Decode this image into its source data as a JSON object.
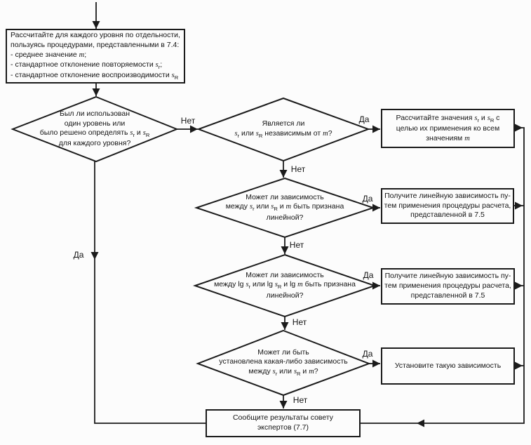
{
  "diagram": {
    "type": "flowchart",
    "background_color": "#fcfcfc",
    "line_color": "#1b1b1b",
    "labels": {
      "yes": "Да",
      "no": "Нет"
    },
    "nodes": {
      "start": {
        "type": "process",
        "lines": [
          "Рассчитайте для каждого уровня по отдельности,",
          "пользуясь процедурами, представленными в 7.4:",
          "- среднее значение m;",
          "- стандартное отклонение повторяемости s_r;",
          "- стандартное отклонение воспроизводимости s_R"
        ]
      },
      "decision_levels": {
        "type": "decision",
        "lines": [
          "Был ли использован",
          "один уровень или",
          "было решено определять s_r и s_R",
          "для каждого уровня?"
        ]
      },
      "decision_independent": {
        "type": "decision",
        "lines": [
          "Является ли",
          "s_r или s_R независимым от m?"
        ]
      },
      "decision_linear": {
        "type": "decision",
        "lines": [
          "Может ли зависимость",
          "между s_r или s_R и m быть признана",
          "линейной?"
        ]
      },
      "decision_log_linear": {
        "type": "decision",
        "lines": [
          "Может ли зависимость",
          "между lg s_r или lg s_R и lg m быть признана",
          "линейной?"
        ]
      },
      "decision_any_relation": {
        "type": "decision",
        "lines": [
          "Может ли быть",
          "установлена какая-либо зависимость",
          "между s_r или s_R и m?"
        ]
      },
      "calc_common": {
        "type": "process",
        "lines": [
          "Рассчитайте значения s_r и s_R с",
          "целью их применения ко всем",
          "значениям m"
        ]
      },
      "fit_linear": {
        "type": "process",
        "lines": [
          "Получите линейную зависимость пу-",
          "тем применения процедуры расчета,",
          "представленной в 7.5"
        ]
      },
      "fit_log_linear": {
        "type": "process",
        "lines": [
          "Получите линейную зависимость пу-",
          "тем применения процедуры расчета,",
          "представленной в 7.5"
        ]
      },
      "establish_relation": {
        "type": "process",
        "lines": [
          "Установите такую зависимость"
        ]
      },
      "report": {
        "type": "process",
        "lines": [
          "Сообщите результаты совету",
          "экспертов (7.7)"
        ]
      }
    }
  }
}
